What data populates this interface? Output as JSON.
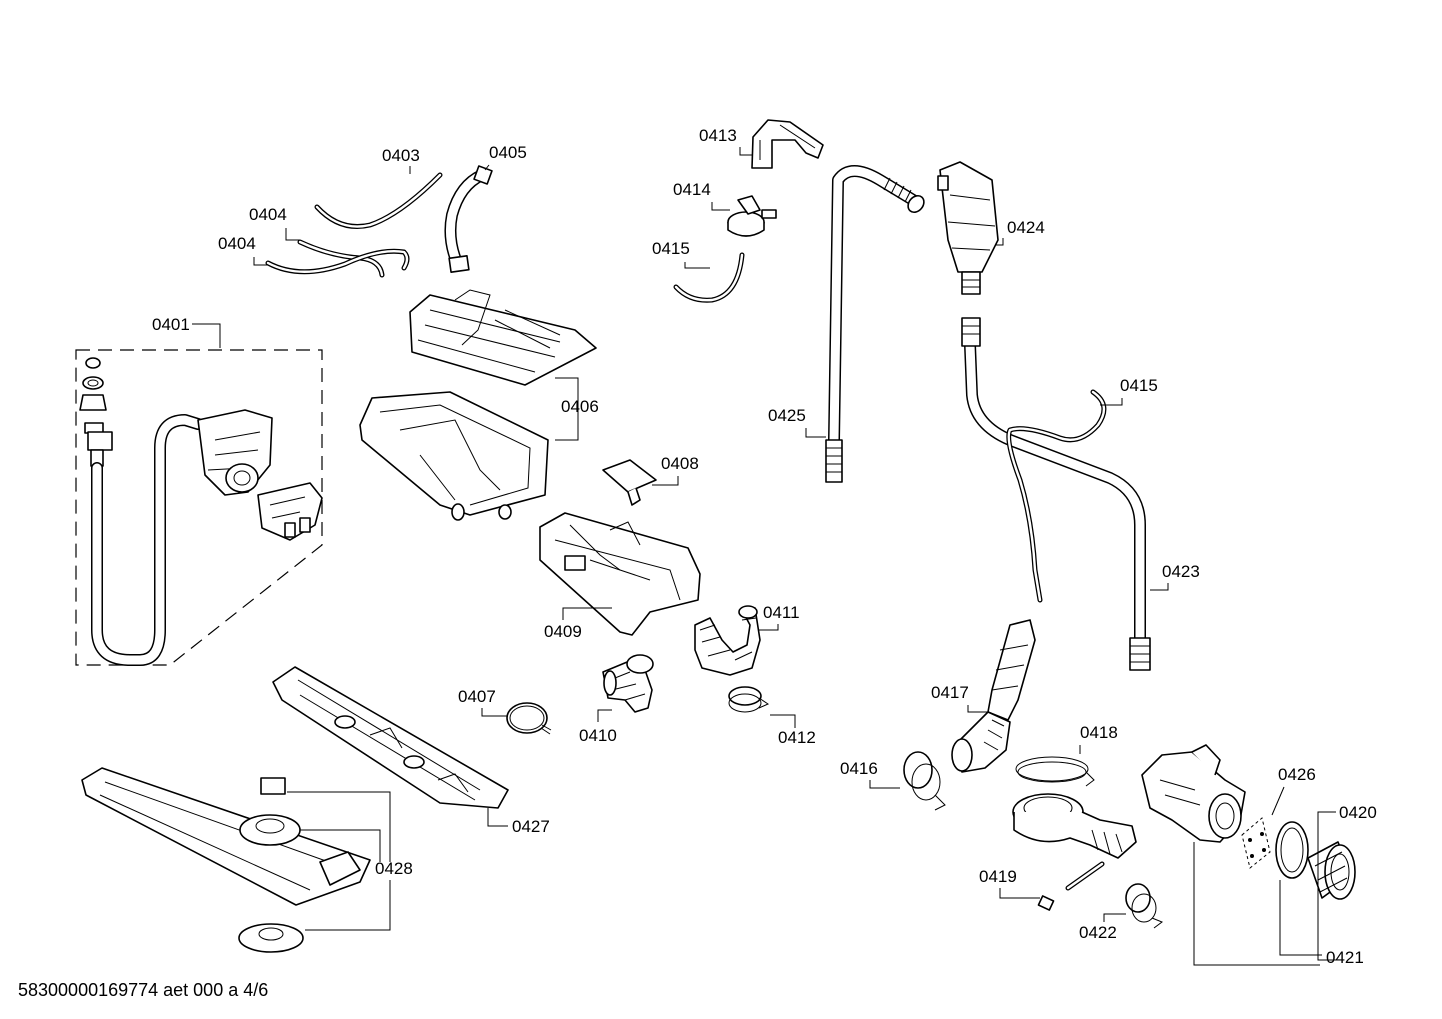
{
  "labels": {
    "p0401": "0401",
    "p0403": "0403",
    "p0404a": "0404",
    "p0404b": "0404",
    "p0405": "0405",
    "p0406": "0406",
    "p0407": "0407",
    "p0408": "0408",
    "p0409": "0409",
    "p0410": "0410",
    "p0411": "0411",
    "p0412": "0412",
    "p0413": "0413",
    "p0414": "0414",
    "p0415a": "0415",
    "p0415b": "0415",
    "p0416": "0416",
    "p0417": "0417",
    "p0418": "0418",
    "p0419": "0419",
    "p0420": "0420",
    "p0421": "0421",
    "p0422": "0422",
    "p0423": "0423",
    "p0424": "0424",
    "p0425": "0425",
    "p0426": "0426",
    "p0427": "0427",
    "p0428": "0428"
  },
  "footer": "58300000169774 aet 000 a 4/6"
}
